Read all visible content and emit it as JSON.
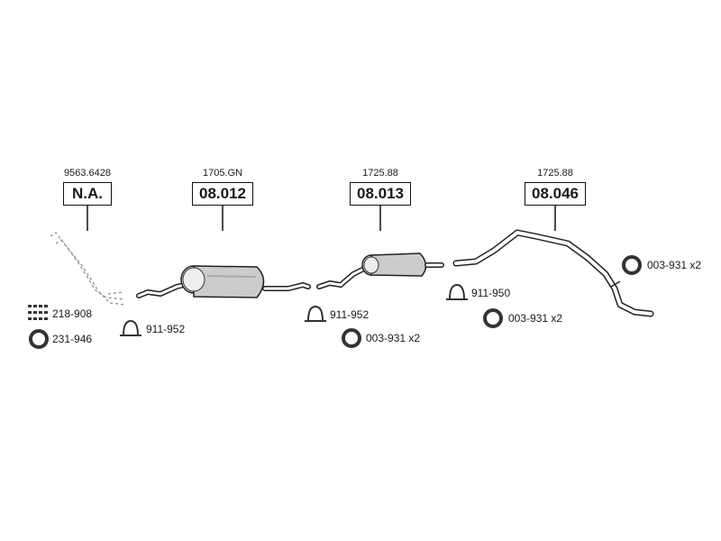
{
  "assemblies": [
    {
      "ref": "9563.6428",
      "part": "N.A."
    },
    {
      "ref": "1705.GN",
      "part": "08.012"
    },
    {
      "ref": "1725.88",
      "part": "08.013"
    },
    {
      "ref": "1725.88",
      "part": "08.046"
    }
  ],
  "accessories": {
    "kit": "218-908",
    "ring_a": "231-946",
    "clamp_1": "911-952",
    "clamp_2": "911-952",
    "gasket_1": "003-931 x2",
    "clamp_3": "911-950",
    "gasket_2": "003-931 x2",
    "gasket_3": "003-931 x2"
  }
}
